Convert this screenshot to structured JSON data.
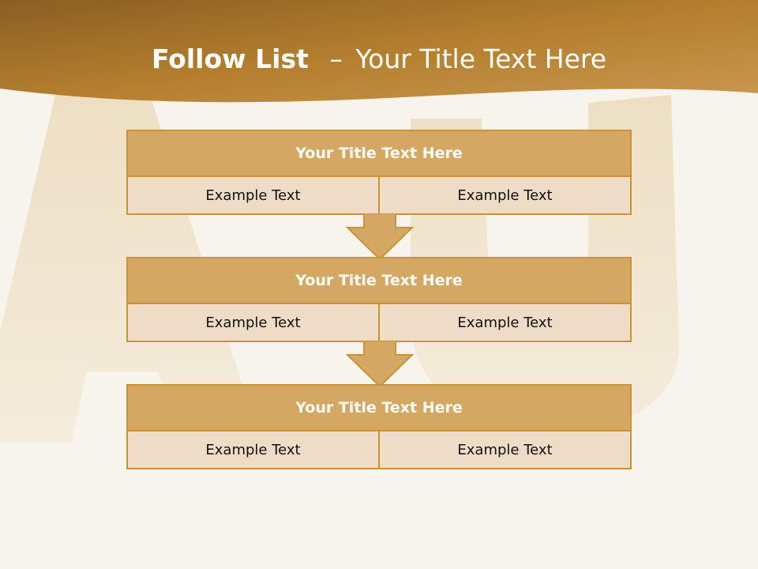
{
  "header": {
    "title_bold": "Follow List",
    "title_dash": "–",
    "title_rest": "Your Title Text Here"
  },
  "colors": {
    "header_gold": "#b27d2c",
    "block_title_bg": "#d4a862",
    "block_cell_bg": "#efdcc7",
    "border": "#c9933e",
    "background": "#f7f4ee"
  },
  "steps": [
    {
      "title": "Your Title Text Here",
      "cells": [
        "Example Text",
        "Example Text"
      ]
    },
    {
      "title": "Your Title Text Here",
      "cells": [
        "Example Text",
        "Example Text"
      ]
    },
    {
      "title": "Your Title Text Here",
      "cells": [
        "Example Text",
        "Example Text"
      ]
    }
  ],
  "connectors": [
    "down-arrow-icon",
    "down-arrow-icon"
  ]
}
